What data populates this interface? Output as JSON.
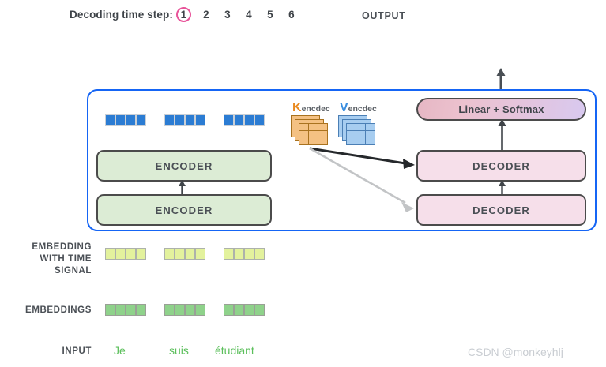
{
  "header": {
    "decoding_label": "Decoding time step:",
    "steps": [
      "1",
      "2",
      "3",
      "4",
      "5",
      "6"
    ],
    "active_step_index": 0,
    "active_step_ring_color": "#e8549a",
    "output_label": "OUTPUT"
  },
  "model": {
    "border_color": "#1565f5",
    "encoder_stack": [
      {
        "label": "ENCODER"
      },
      {
        "label": "ENCODER"
      }
    ],
    "decoder_stack": [
      {
        "label": "DECODER"
      },
      {
        "label": "DECODER"
      }
    ],
    "linear_softmax_label": "Linear + Softmax",
    "encoder_output_bars": [
      {
        "cells": 4,
        "color": "#2b7cd3"
      },
      {
        "cells": 4,
        "color": "#2b7cd3"
      },
      {
        "cells": 4,
        "color": "#2b7cd3"
      }
    ],
    "attention_memory": [
      {
        "name": "K",
        "letter": "K",
        "subscript": "encdec",
        "letter_color": "#e98a20",
        "fill_color": "#f4c183",
        "layers": 3
      },
      {
        "name": "V",
        "letter": "V",
        "subscript": "encdec",
        "letter_color": "#3b8fe0",
        "fill_color": "#a7cdf0",
        "layers": 3
      }
    ],
    "encoder_fill": "#dcecd5",
    "decoder_fill": "#f6dfea"
  },
  "rows": {
    "embedding_with_time_signal": {
      "label_lines": [
        "EMBEDDING",
        "WITH TIME",
        "SIGNAL"
      ],
      "bars": [
        {
          "cells": 4,
          "color": "#e3f29d"
        },
        {
          "cells": 4,
          "color": "#e3f29d"
        },
        {
          "cells": 4,
          "color": "#e3f29d"
        }
      ]
    },
    "embeddings": {
      "label": "EMBEDDINGS",
      "bars": [
        {
          "cells": 4,
          "color": "#8fd28b"
        },
        {
          "cells": 4,
          "color": "#8fd28b"
        },
        {
          "cells": 4,
          "color": "#8fd28b"
        }
      ]
    },
    "input": {
      "label": "INPUT",
      "tokens": [
        "Je",
        "suis",
        "étudiant"
      ],
      "token_color": "#5bbf5b"
    }
  },
  "watermark": {
    "text": "CSDN @monkeyhlj"
  }
}
